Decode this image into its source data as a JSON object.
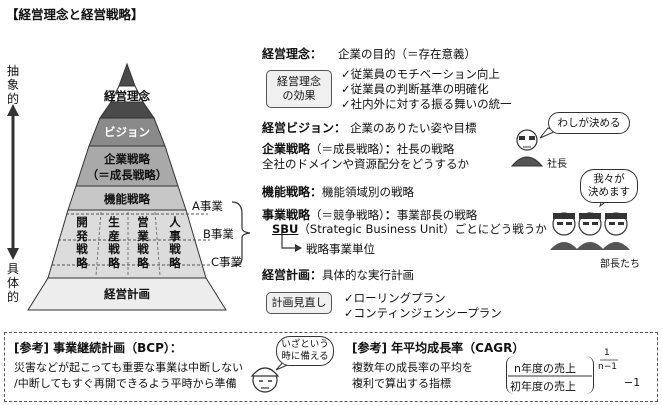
{
  "title": "【経営理念と経営戦略】",
  "axis": {
    "top": "抽象的",
    "bottom": "具体的"
  },
  "pyramid": {
    "apex": "経営理念",
    "vision": "ビジョン",
    "corporate_1": "企業戦略",
    "corporate_2": "（＝成長戦略）",
    "functional": "機能戦略",
    "functions": [
      "開発戦略",
      "生産戦略",
      "営業戦略",
      "人事戦略"
    ],
    "plan": "経営計画",
    "business_units": [
      "A事業",
      "B事業",
      "C事業"
    ]
  },
  "philosophy": {
    "head": "経営理念：",
    "desc": "企業の目的（＝存在意義）",
    "effect_box": [
      "経営理念",
      "の効果"
    ],
    "effects": [
      "✓従業員のモチベーション向上",
      "✓従業員の判断基準の明確化",
      "✓社内外に対する振る舞いの統一"
    ]
  },
  "vision": {
    "head": "経営ビジョン：",
    "desc": "企業のありたい姿や目標"
  },
  "corporate": {
    "head": "企業戦略",
    "paren": "（＝成長戦略）",
    "colon": "：",
    "desc": "社長の戦略",
    "line2": "全社のドメインや資源配分をどうするか",
    "bubble": "わしが決める",
    "role": "社長"
  },
  "functional": {
    "head": "機能戦略",
    "colon": "：",
    "desc": "機能領域別の戦略"
  },
  "business": {
    "head": "事業戦略",
    "paren": "（＝競争戦略）",
    "colon": "：",
    "desc": "事業部長の戦略",
    "sbu": "SBU",
    "sbu_full": "（Strategic Business Unit）ごとにどう戦うか",
    "sbu_note": "戦略事業単位",
    "bubble": [
      "我々が",
      "決めます"
    ],
    "role": "部長たち"
  },
  "plan": {
    "head": "経営計画",
    "colon": "：",
    "desc": "具体的な実行計画",
    "review_box": "計画見直し",
    "items": [
      "✓ローリングプラン",
      "✓コンティンジェンシープラン"
    ]
  },
  "bcp": {
    "head": "[参考] 事業継続計画（BCP）：",
    "line1": "災害などが起こっても重要な事業は中断しない",
    "line2": "/中断してもすぐ再開できるよう平時から準備",
    "bubble": [
      "いざという",
      "時に備える"
    ]
  },
  "cagr": {
    "head": "[参考] 年平均成長率（CAGR）",
    "line1": "複数年の成長率の平均を",
    "line2": "複利で算出する指標",
    "numerator": "n年度の売上",
    "denominator": "初年度の売上",
    "exp_num": "1",
    "exp_den": "n−1",
    "minus": "−1"
  },
  "colors": {
    "apex": "#4a4a4a",
    "vision": "#8a8a8a",
    "corporate": "#a9a9a9",
    "functional": "#c7c7c7",
    "functions": "#d9d9d9",
    "plan": "#ededed"
  }
}
